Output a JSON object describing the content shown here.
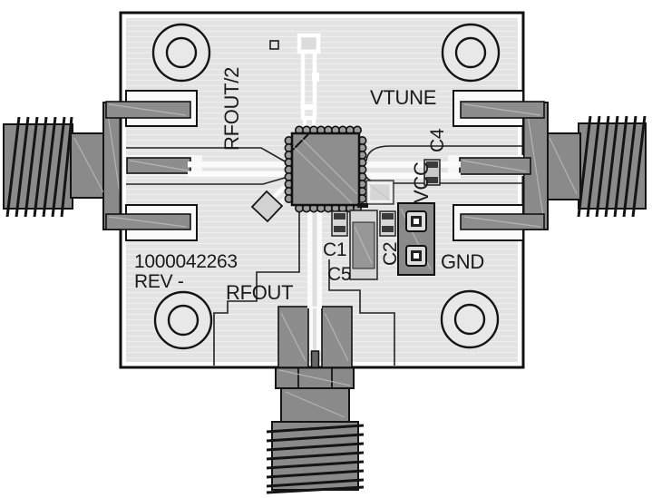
{
  "board": {
    "part_number": "1000042263",
    "revision": "REV -"
  },
  "silkscreen": {
    "rfout2": "RFOUT/2",
    "vtune": "VTUNE",
    "vcc": "VCC",
    "gnd": "GND",
    "rfout": "RFOUT",
    "c1": "C1",
    "c2": "C2",
    "c4": "C4",
    "c5": "C5"
  },
  "colors": {
    "background": "#ffffff",
    "board_fill": "#e4e4e4",
    "silkscreen_text": "#1a1a1a",
    "metal_gray": "#8a8a8a",
    "trace_white": "#ffffff",
    "outline_black": "#141414"
  }
}
